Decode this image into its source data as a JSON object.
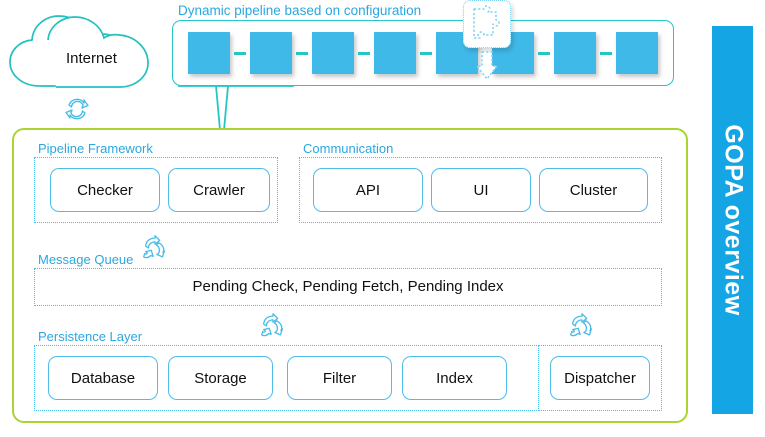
{
  "sidebar": {
    "title": "GOPA overview",
    "color": "#13a5e4"
  },
  "cloud": {
    "label": "Internet",
    "icon": "cloud-icon",
    "sync_icon": "sync-refresh-icon",
    "color": "#25c0c0"
  },
  "pipeline": {
    "title": "Dynamic pipeline based on configuration",
    "title_color": "#2aa7e0",
    "border_color": "#25c6c6",
    "node_color": "#3fb9e8",
    "node_count_before_gap": 5,
    "node_count_after_gap": 3,
    "plugin_icon": "puzzle-piece-icon",
    "plugin_arrow_icon": "arrow-down-icon",
    "connector_style": "dashed"
  },
  "container": {
    "border_color": "#aad431"
  },
  "groups": [
    {
      "id": "pipeline-framework",
      "label": "Pipeline Framework",
      "nodes": [
        "Checker",
        "Crawler"
      ]
    },
    {
      "id": "communication",
      "label": "Communication",
      "nodes": [
        "API",
        "UI",
        "Cluster"
      ]
    },
    {
      "id": "message-queue",
      "label": "Message Queue",
      "content": "Pending Check, Pending Fetch, Pending Index",
      "sync_icon": "recycle-icon"
    },
    {
      "id": "persistence-layer",
      "label": "Persistence Layer",
      "nodes": [
        "Database",
        "Storage",
        "Filter",
        "Index"
      ],
      "sync_icon": "recycle-icon"
    },
    {
      "id": "dispatcher-group",
      "label": "",
      "nodes": [
        "Dispatcher"
      ],
      "sync_icon": "recycle-icon"
    }
  ],
  "accent": {
    "blue": "#49bdea",
    "teal": "#25c6c6",
    "green": "#aad431",
    "node_blue": "#3fb9e8"
  }
}
